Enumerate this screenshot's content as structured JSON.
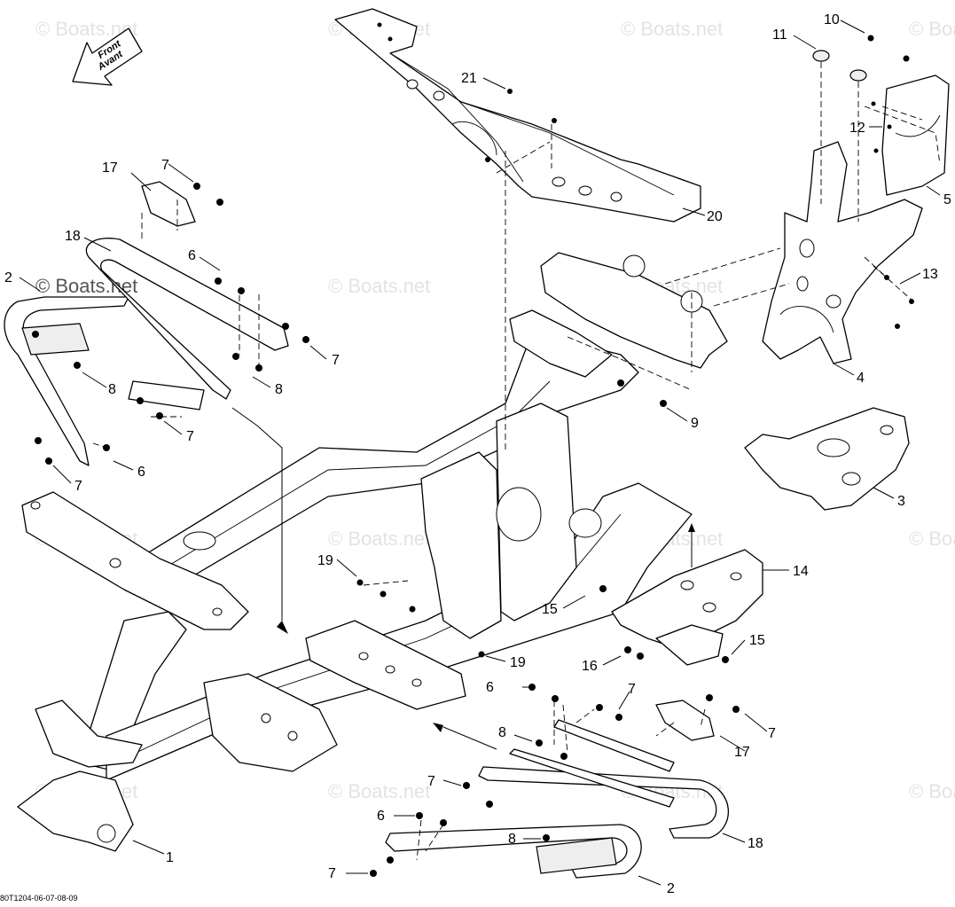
{
  "watermark": "© Boats.net",
  "direction_arrow": {
    "line1": "Front",
    "line2": "Avant"
  },
  "callouts": [
    {
      "id": "c1",
      "label": "1"
    },
    {
      "id": "c2a",
      "label": "2"
    },
    {
      "id": "c2b",
      "label": "2"
    },
    {
      "id": "c3",
      "label": "3"
    },
    {
      "id": "c4",
      "label": "4"
    },
    {
      "id": "c5",
      "label": "5"
    },
    {
      "id": "c6a",
      "label": "6"
    },
    {
      "id": "c6b",
      "label": "6"
    },
    {
      "id": "c6c",
      "label": "6"
    },
    {
      "id": "c6d",
      "label": "6"
    },
    {
      "id": "c7a",
      "label": "7"
    },
    {
      "id": "c7b",
      "label": "7"
    },
    {
      "id": "c7c",
      "label": "7"
    },
    {
      "id": "c7d",
      "label": "7"
    },
    {
      "id": "c7e",
      "label": "7"
    },
    {
      "id": "c7f",
      "label": "7"
    },
    {
      "id": "c7g",
      "label": "7"
    },
    {
      "id": "c7h",
      "label": "7"
    },
    {
      "id": "c8a",
      "label": "8"
    },
    {
      "id": "c8b",
      "label": "8"
    },
    {
      "id": "c8c",
      "label": "8"
    },
    {
      "id": "c8d",
      "label": "8"
    },
    {
      "id": "c9",
      "label": "9"
    },
    {
      "id": "c10",
      "label": "10"
    },
    {
      "id": "c11",
      "label": "11"
    },
    {
      "id": "c12",
      "label": "12"
    },
    {
      "id": "c13",
      "label": "13"
    },
    {
      "id": "c14",
      "label": "14"
    },
    {
      "id": "c15a",
      "label": "15"
    },
    {
      "id": "c15b",
      "label": "15"
    },
    {
      "id": "c16",
      "label": "16"
    },
    {
      "id": "c17a",
      "label": "17"
    },
    {
      "id": "c17b",
      "label": "17"
    },
    {
      "id": "c18a",
      "label": "18"
    },
    {
      "id": "c18b",
      "label": "18"
    },
    {
      "id": "c19a",
      "label": "19"
    },
    {
      "id": "c19b",
      "label": "19"
    },
    {
      "id": "c20",
      "label": "20"
    },
    {
      "id": "c21",
      "label": "21"
    }
  ],
  "figure_ref": "80T1204-06-07-08-09"
}
